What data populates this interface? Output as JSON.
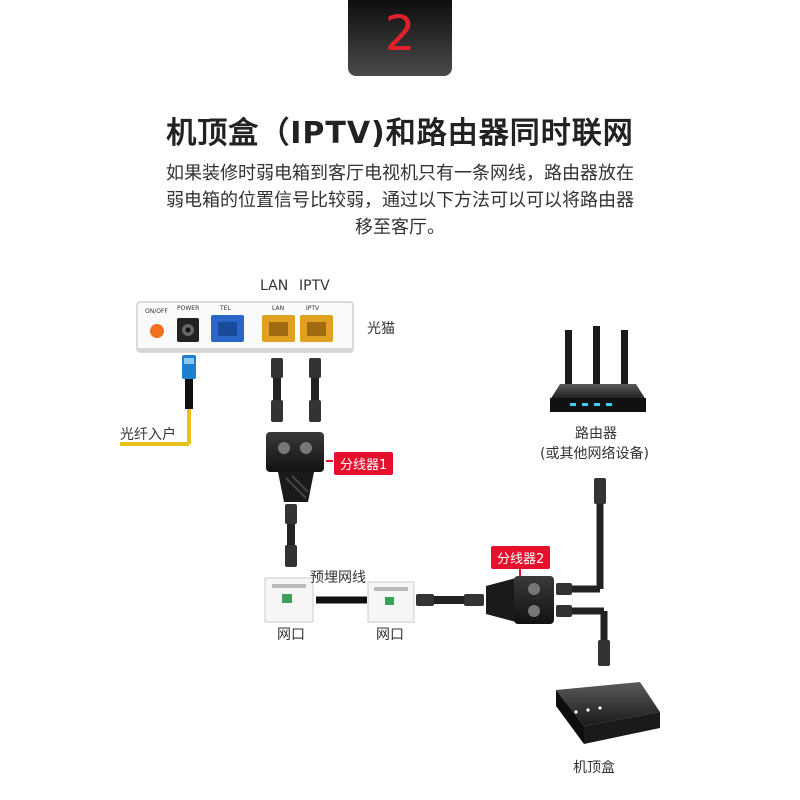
{
  "header": {
    "step_number": "2"
  },
  "title": "机顶盒（IPTV)和路由器同时联网",
  "description_lines": [
    "如果装修时弱电箱到客厅电视机只有一条网线，路由器放在",
    "弱电箱的位置信号比较弱，通过以下方法可以可以将路由器",
    "移至客厅。"
  ],
  "modem": {
    "label": "光猫",
    "port_header_lan": "LAN",
    "port_header_iptv": "IPTV",
    "ports": {
      "on_off": "ON/OFF",
      "power": "POWER",
      "tel": "TEL",
      "lan": "LAN",
      "iptv": "IPTV"
    }
  },
  "fiber_label": "光纤入户",
  "splitter1_label": "分线器1",
  "splitter2_label": "分线器2",
  "embedded_cable_label": "预埋网线",
  "wall_port_left_label": "网口",
  "wall_port_right_label": "网口",
  "router_label": "路由器",
  "router_sublabel": "(或其他网络设备)",
  "set_top_box_label": "机顶盒",
  "colors": {
    "accent_red": "#e60f2c",
    "fiber_yellow": "#e8c21a",
    "lan_port": "#e0a020",
    "tel_port": "#2a66c8",
    "power_button": "#f07020"
  }
}
